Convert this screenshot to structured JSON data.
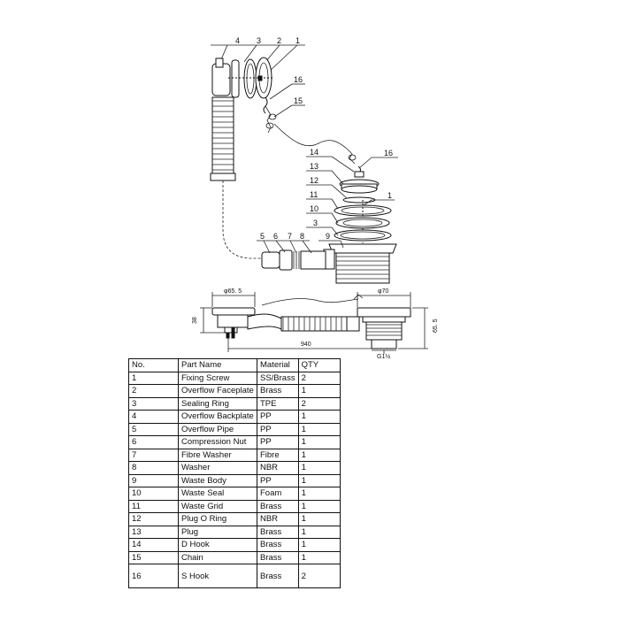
{
  "callouts": {
    "top": [
      "4",
      "3",
      "2",
      "1"
    ],
    "c16a": "16",
    "c15": "15",
    "right": [
      "14",
      "13",
      "12",
      "11",
      "10",
      "3",
      "9"
    ],
    "c16b": "16",
    "c1b": "1",
    "lower": [
      "5",
      "6",
      "7",
      "8"
    ]
  },
  "dimensions": {
    "overflow_dia": "φ65. 5",
    "waste_dia": "φ70",
    "height_left": "38",
    "height_right": "65. 5",
    "length": "940",
    "thread": "G1½"
  },
  "table": {
    "headers": [
      "No.",
      "Part Name",
      "Material",
      "QTY"
    ],
    "rows": [
      [
        "1",
        "Fixing Screw",
        "SS/Brass",
        "2"
      ],
      [
        "2",
        "Overflow Faceplate",
        "Brass",
        "1"
      ],
      [
        "3",
        "Sealing Ring",
        "TPE",
        "2"
      ],
      [
        "4",
        "Overflow Backplate",
        "PP",
        "1"
      ],
      [
        "5",
        "Overflow Pipe",
        "PP",
        "1"
      ],
      [
        "6",
        "Compression Nut",
        "PP",
        "1"
      ],
      [
        "7",
        "Fibre Washer",
        "Fibre",
        "1"
      ],
      [
        "8",
        "Washer",
        "NBR",
        "1"
      ],
      [
        "9",
        "Waste Body",
        "PP",
        "1"
      ],
      [
        "10",
        "Waste Seal",
        "Foam",
        "1"
      ],
      [
        "11",
        "Waste Grid",
        "Brass",
        "1"
      ],
      [
        "12",
        "Plug O Ring",
        "NBR",
        "1"
      ],
      [
        "13",
        "Plug",
        "Brass",
        "1"
      ],
      [
        "14",
        "D Hook",
        "Brass",
        "1"
      ],
      [
        "15",
        "Chain",
        "Brass",
        "1"
      ],
      [
        "16",
        "S Hook",
        "Brass",
        "2"
      ]
    ]
  }
}
